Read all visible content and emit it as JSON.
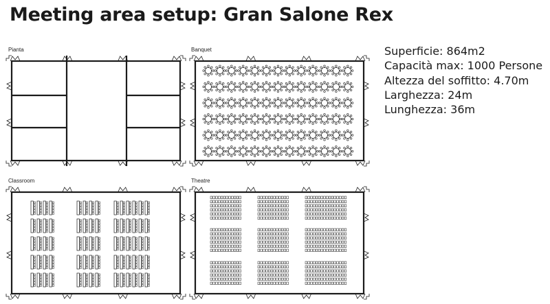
{
  "title": "Meeting area setup: Gran Salone Rex",
  "plans": {
    "pianta": "Pianta",
    "banquet": "Banquet",
    "classroom": "Classroom",
    "theatre": "Theatre"
  },
  "specs": [
    "Superficie: 864m2",
    "Capacità max: 1000 Persone",
    "Altezza del soffitto: 4.70m",
    "Larghezza: 24m",
    "Lunghezza: 36m"
  ],
  "colors": {
    "ink": "#1a1a1a",
    "background": "#ffffff"
  }
}
